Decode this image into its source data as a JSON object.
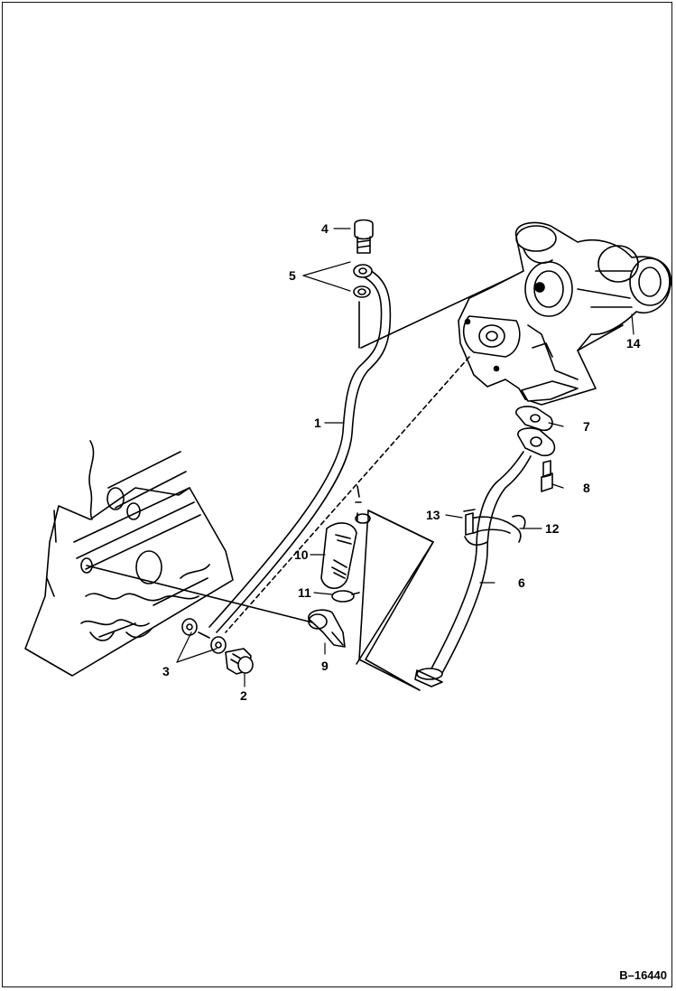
{
  "callouts": {
    "c1": "1",
    "c2": "2",
    "c3": "3",
    "c4": "4",
    "c5": "5",
    "c6": "6",
    "c7": "7",
    "c8": "8",
    "c9": "9",
    "c10": "10",
    "c11": "11",
    "c12": "12",
    "c13": "13",
    "c14": "14"
  },
  "reference": "B–16440",
  "colors": {
    "ink": "#000000",
    "paper": "#ffffff"
  }
}
